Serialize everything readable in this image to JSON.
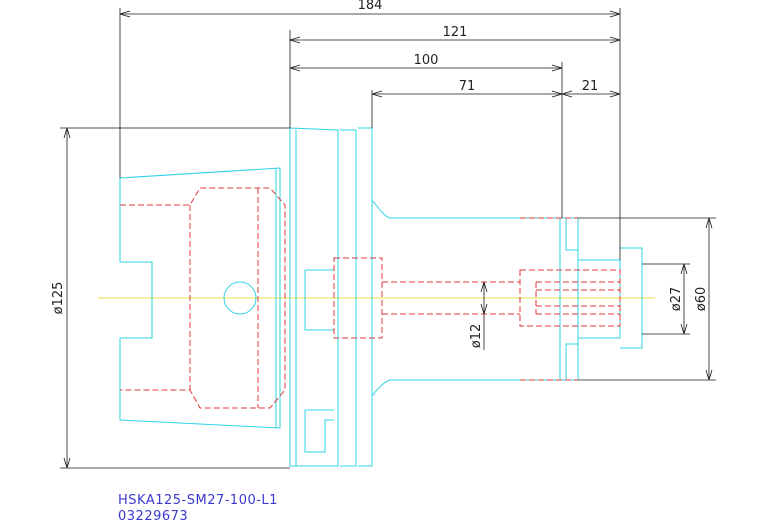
{
  "dimensions": {
    "overall_length": "184",
    "length_121": "121",
    "length_100": "100",
    "length_71": "71",
    "length_21": "21",
    "dia_125": "ø125",
    "dia_12": "ø12",
    "dia_27": "ø27",
    "dia_60": "ø60"
  },
  "title_block": {
    "part_number": "HSKA125-SM27-100-L1",
    "article_number": "03229673"
  },
  "colors": {
    "outline": "#2fd3e6",
    "hidden": "#e03a3a",
    "dimension": "#1a1a1a",
    "centerline": "#e8e24a",
    "title": "#3a3ad0"
  }
}
